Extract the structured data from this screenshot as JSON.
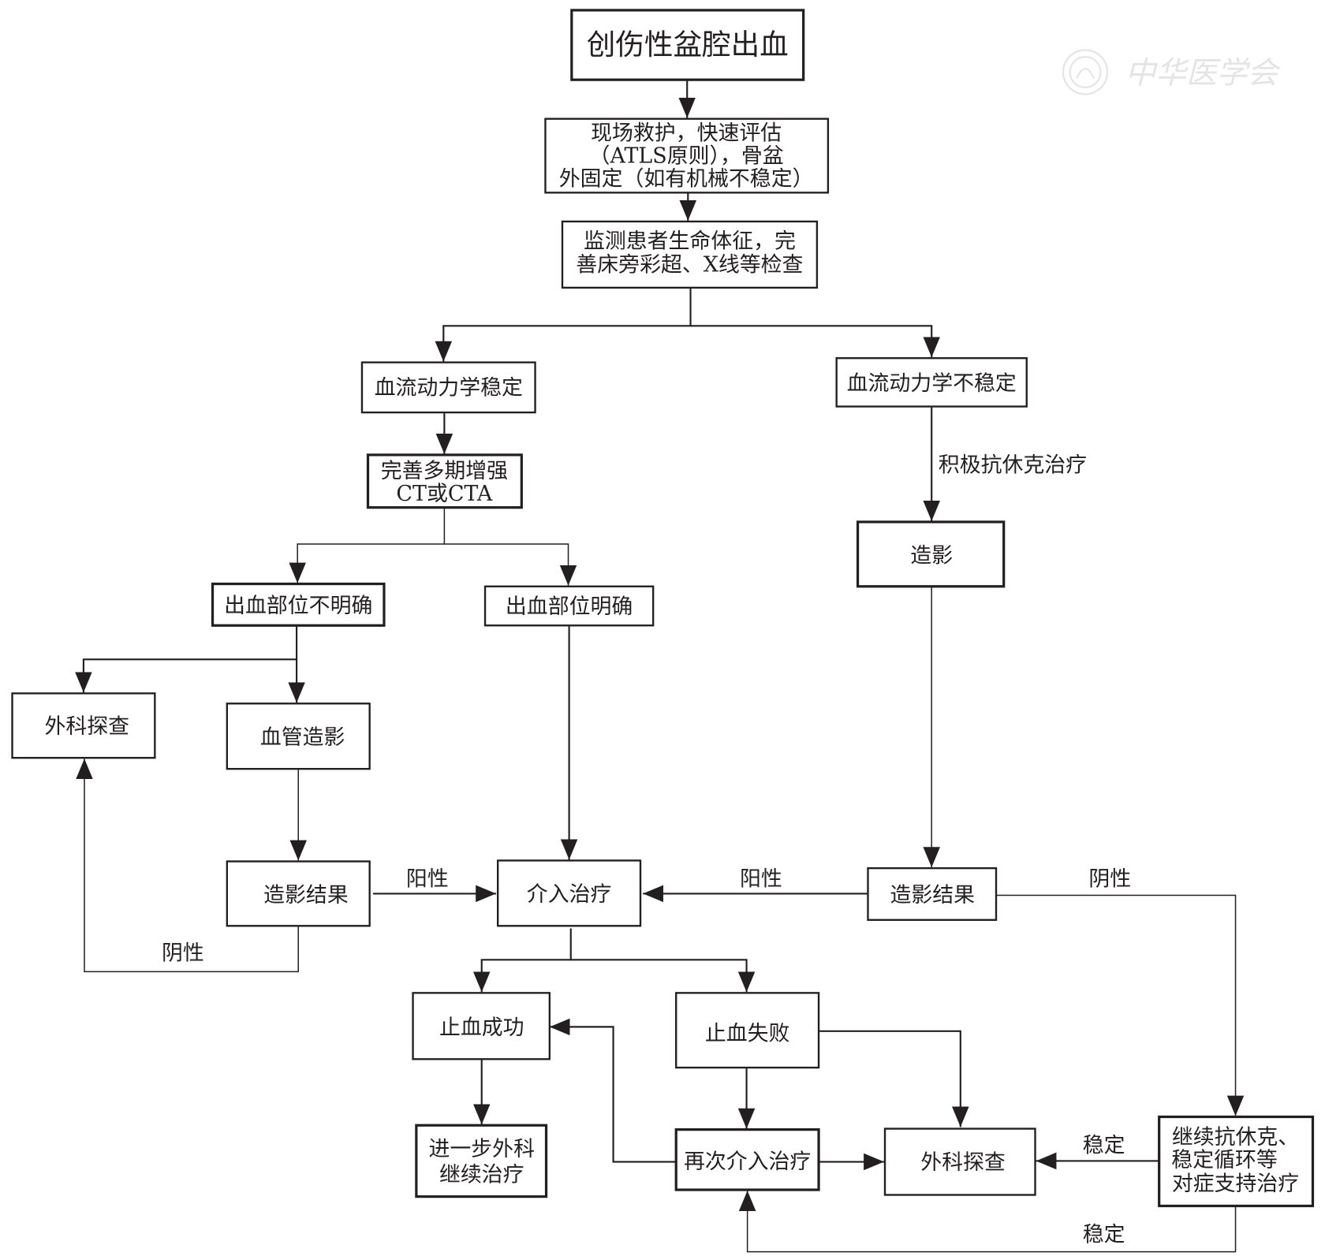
{
  "watermark": {
    "text": "中华医学会",
    "icon": "society-emblem-icon"
  },
  "nodes": {
    "start": {
      "lines": [
        "创伤性盆腔出血"
      ]
    },
    "assess": {
      "lines": [
        "现场救护，快速评估",
        "（ATLS原则），骨盆",
        "外固定（如有机械不稳定）"
      ]
    },
    "monitor": {
      "lines": [
        "监测患者生命体征，完",
        "善床旁彩超、X线等检查"
      ]
    },
    "stable": {
      "lines": [
        "血流动力学稳定"
      ]
    },
    "unstable": {
      "lines": [
        "血流动力学不稳定"
      ]
    },
    "ct": {
      "lines": [
        "完善多期增强",
        "CT或CTA"
      ]
    },
    "angio_right": {
      "lines": [
        "造影"
      ]
    },
    "site_unclear": {
      "lines": [
        "出血部位不明确"
      ]
    },
    "site_clear": {
      "lines": [
        "出血部位明确"
      ]
    },
    "surgery_left": {
      "lines": [
        "外科探查"
      ]
    },
    "vessel_angio": {
      "lines": [
        "血管造影"
      ]
    },
    "result_left": {
      "lines": [
        "造影结果"
      ]
    },
    "intervention": {
      "lines": [
        "介入治疗"
      ]
    },
    "result_right": {
      "lines": [
        "造影结果"
      ]
    },
    "success": {
      "lines": [
        "止血成功"
      ]
    },
    "failure": {
      "lines": [
        "止血失败"
      ]
    },
    "further": {
      "lines": [
        "进一步外科",
        "继续治疗"
      ]
    },
    "re_intervention": {
      "lines": [
        "再次介入治疗"
      ]
    },
    "surgery_bottom": {
      "lines": [
        "外科探查"
      ]
    },
    "support": {
      "lines": [
        "继续抗休克、",
        "稳定循环等",
        "对症支持治疗"
      ]
    }
  },
  "edge_labels": {
    "anti_shock": "积极抗休克治疗",
    "left_positive": "阳性",
    "left_negative": "阴性",
    "right_positive": "阳性",
    "right_negative": "阴性",
    "stable_to_surgery": "稳定",
    "stable_to_reintervention": "稳定"
  }
}
